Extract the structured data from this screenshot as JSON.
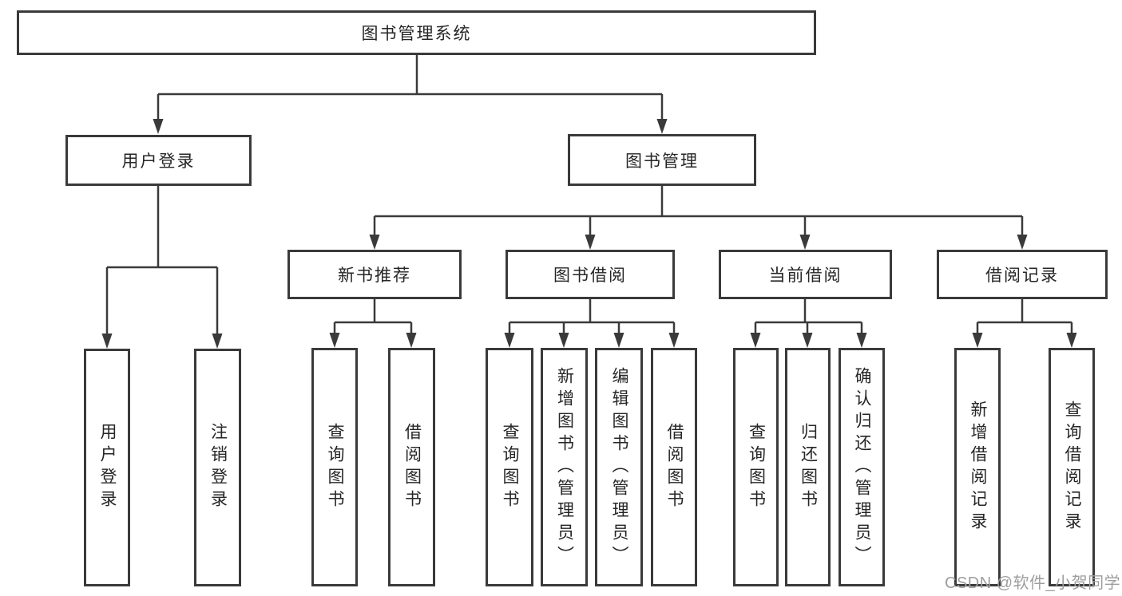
{
  "diagram": {
    "type": "hierarchy-tree",
    "root": {
      "label": "图书管理系统",
      "children": [
        {
          "label": "用户登录",
          "children": [
            {
              "label": "用户登录"
            },
            {
              "label": "注销登录"
            }
          ]
        },
        {
          "label": "图书管理",
          "children": [
            {
              "label": "新书推荐",
              "children": [
                {
                  "label": "查询图书"
                },
                {
                  "label": "借阅图书"
                }
              ]
            },
            {
              "label": "图书借阅",
              "children": [
                {
                  "label": "查询图书"
                },
                {
                  "label": "新增图书（管理员）"
                },
                {
                  "label": "编辑图书（管理员）"
                },
                {
                  "label": "借阅图书"
                }
              ]
            },
            {
              "label": "当前借阅",
              "children": [
                {
                  "label": "查询图书"
                },
                {
                  "label": "归还图书"
                },
                {
                  "label": "确认归还（管理员）"
                }
              ]
            },
            {
              "label": "借阅记录",
              "children": [
                {
                  "label": "新增借阅记录"
                },
                {
                  "label": "查询借阅记录"
                }
              ]
            }
          ]
        }
      ]
    }
  },
  "watermark": {
    "text": "CSDN @软件_小贺同学"
  },
  "colors": {
    "background": "#ffffff",
    "line": "#3a3a3a",
    "box_border": "#3a3a3a",
    "box_fill": "#ffffff",
    "text": "#262626",
    "watermark": "#9e9ea0"
  }
}
